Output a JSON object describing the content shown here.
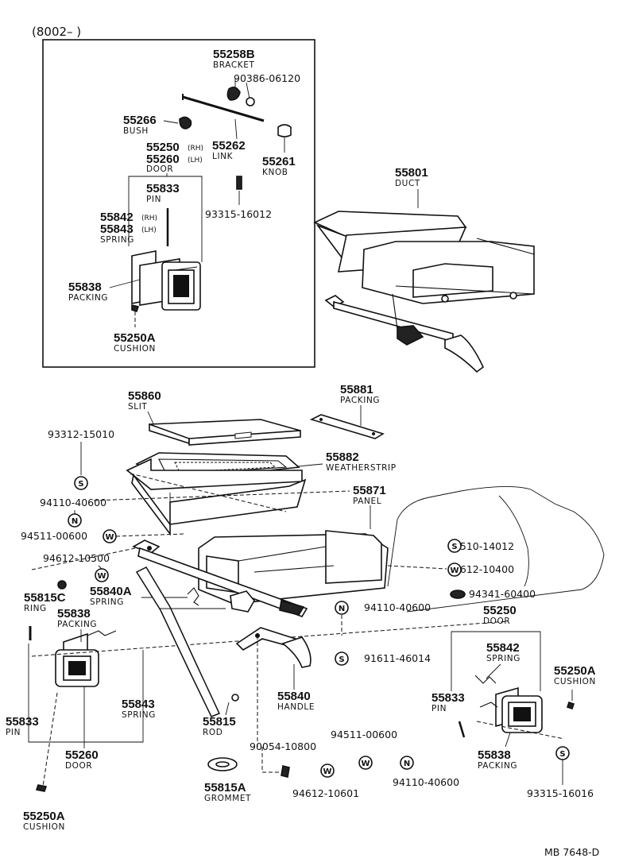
{
  "header": {
    "range_label": "(8002–        )"
  },
  "inset": {
    "bracket_no": "55258B",
    "bracket_name": "BRACKET",
    "screw_no": "90386-06120",
    "bush_no": "55266",
    "bush_name": "BUSH",
    "door_rh_no": "55250",
    "door_rh_tag": "(RH)",
    "door_lh_no": "55260",
    "door_lh_tag": "(LH)",
    "door_name": "DOOR",
    "link_no": "55262",
    "link_name": "LINK",
    "knob_no": "55261",
    "knob_name": "KNOB",
    "pin_no": "55833",
    "pin_name": "PIN",
    "spring_rh_no": "55842",
    "spring_rh_tag": "(RH)",
    "spring_lh_no": "55843",
    "spring_lh_tag": "(LH)",
    "spring_name": "SPRING",
    "clip_no": "93315-16012",
    "packing_no": "55838",
    "packing_name": "PACKING",
    "cushion_no": "55250A",
    "cushion_name": "CUSHION"
  },
  "duct": {
    "no": "55801",
    "name": "DUCT"
  },
  "main": {
    "slit_no": "55860",
    "slit_name": "SLIT",
    "packing_no": "55881",
    "packing_name": "PACKING",
    "screw_93312": "93312-15010",
    "weather_no": "55882",
    "weather_name": "WEATHERSTRIP",
    "nut_94110_a": "94110-40600",
    "panel_no": "55871",
    "panel_name": "PANEL",
    "washer_94511_a": "94511-00600",
    "washer_94612_a": "94612-10500",
    "screw_93510": "93510-14012",
    "washer_94612_b": "94612-10400",
    "ring_no": "55815C",
    "ring_name": "RING",
    "spring_no": "55840A",
    "spring_name": "SPRING",
    "grommet_94341": "94341-60400",
    "packing_l_no": "55838",
    "packing_l_name": "PACKING",
    "nut_94110_b": "94110-40600",
    "door_r_no": "55250",
    "door_r_name": "DOOR",
    "spring_r_no": "55842",
    "spring_r_name": "SPRING",
    "screw_91611": "91611-46014",
    "cushion_r_no": "55250A",
    "cushion_r_name": "CUSHION",
    "pin_l_no": "55833",
    "pin_l_name": "PIN",
    "spring_l_no": "55843",
    "spring_l_name": "SPRING",
    "rod_no": "55815",
    "rod_name": "ROD",
    "handle_no": "55840",
    "handle_name": "HANDLE",
    "pin_r_no": "55833",
    "pin_r_name": "PIN",
    "door_l_no": "55260",
    "door_l_name": "DOOR",
    "screw_90054": "90054-10800",
    "washer_94511_b": "94511-00600",
    "nut_94110_c": "94110-40600",
    "packing_r_no": "55838",
    "packing_r_name": "PACKING",
    "grommet_no": "55815A",
    "grommet_name": "GROMMET",
    "washer_94612_c": "94612-10601",
    "screw_93315": "93315-16016",
    "cushion_l_no": "55250A",
    "cushion_l_name": "CUSHION"
  },
  "symbols": {
    "s": "S",
    "n": "N",
    "w": "W"
  },
  "footer": {
    "code": "MB  7648-D"
  }
}
